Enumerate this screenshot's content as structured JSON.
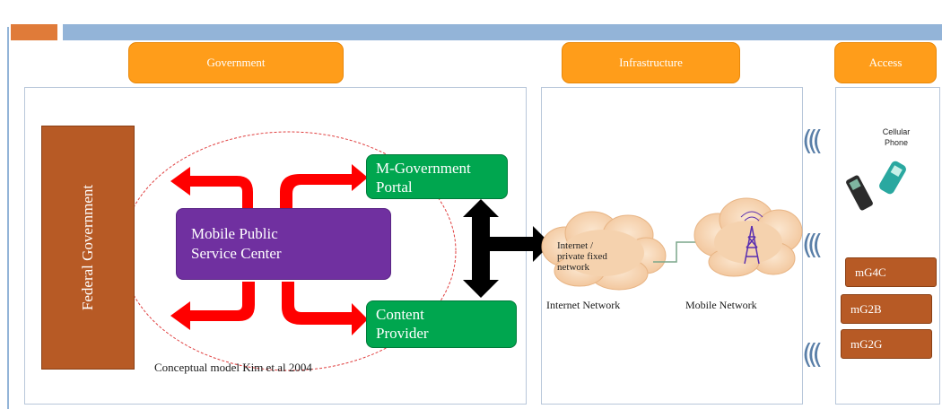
{
  "headers": {
    "government": "Government",
    "infrastructure": "Infrastructure",
    "access": "Access"
  },
  "government": {
    "federal": "Federal Government",
    "mpsc_line1": "Mobile Public",
    "mpsc_line2": "Service Center",
    "portal_line1": "M-Government",
    "portal_line2": "Portal",
    "content_line1": "Content",
    "content_line2": "Provider",
    "caption": "Conceptual model  Kim et al 2004"
  },
  "infrastructure": {
    "cloud_line1": "Internet /",
    "cloud_line2": "private fixed",
    "cloud_line3": "network",
    "internet_label": "Internet Network",
    "mobile_label": "Mobile Network"
  },
  "access": {
    "cellular_line1": "Cellular",
    "cellular_line2": "Phone",
    "items": [
      "mG4C",
      "mG2B",
      "mG2G"
    ]
  },
  "colors": {
    "orange_header": "#ff9d1a",
    "brown": "#b75a25",
    "purple": "#7030a0",
    "green": "#00a64f",
    "red_arrow": "#ff0000",
    "cloud": "#f8d9b8"
  }
}
